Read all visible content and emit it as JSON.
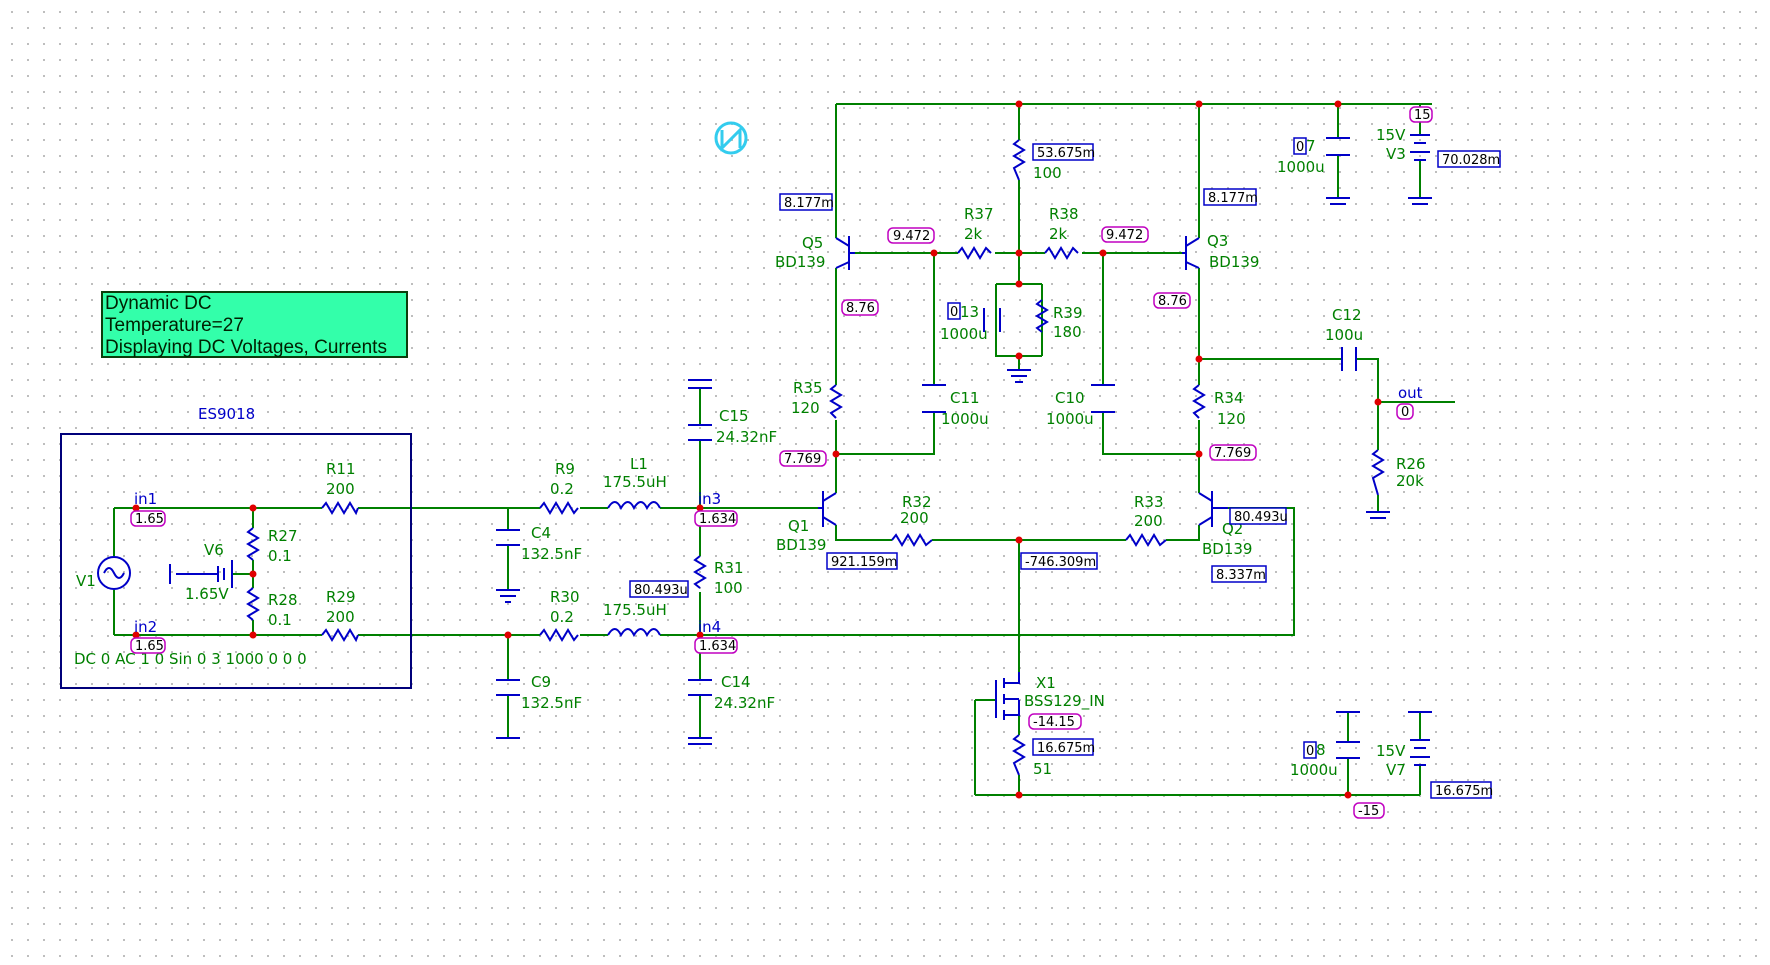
{
  "info_box": {
    "lines": [
      "Dynamic DC",
      "Temperature=27",
      "Displaying DC Voltages, Currents"
    ]
  },
  "block": {
    "title": "ES9018",
    "source_spec": "DC 0 AC 1 0 Sin 0 3 1000 0 0 0"
  },
  "components": {
    "V1": "V1",
    "V6": "V6",
    "V6_val": "1.65V",
    "R27": "R27",
    "R27_val": "0.1",
    "R28": "R28",
    "R28_val": "0.1",
    "R11": "R11",
    "R11_val": "200",
    "R29": "R29",
    "R29_val": "200",
    "R9": "R9",
    "R9_val": "0.2",
    "R30": "R30",
    "R30_val": "0.2",
    "L1": "L1",
    "L1_val": "175.5uH",
    "L2_val": "175.5uH",
    "C4": "C4",
    "C4_val": "132.5nF",
    "C9": "C9",
    "C9_val": "132.5nF",
    "C15": "C15",
    "C15_val": "24.32nF",
    "C14": "C14",
    "C14_val": "24.32nF",
    "R31": "R31",
    "R31_val": "100",
    "Q1": "Q1",
    "Q1_val": "BD139",
    "Q2": "Q2",
    "Q2_val": "BD139",
    "Q3": "Q3",
    "Q3_val": "BD139",
    "Q5": "Q5",
    "Q5_val": "BD139",
    "R32": "R32",
    "R32_val": "200",
    "R33": "R33",
    "R33_val": "200",
    "R34": "R34",
    "R34_val": "120",
    "R35": "R35",
    "R35_val": "120",
    "R37": "R37",
    "R37_val": "2k",
    "R38": "R38",
    "R38_val": "2k",
    "R39": "R39",
    "R39_val": "180",
    "R40_val": "100",
    "C10": "C10",
    "C10_val": "1000u",
    "C11": "C11",
    "C11_val": "1000u",
    "C13_label": "13",
    "C13_val": "1000u",
    "C7_label": "7",
    "C7_val": "1000u",
    "C8_label": "8",
    "C8_val": "1000u",
    "C12": "C12",
    "C12_val": "100u",
    "R26": "R26",
    "R26_val": "20k",
    "X1": "X1",
    "X1_val": "BSS129_IN",
    "R41_val": "51",
    "V3": "V3",
    "V3_val": "15V",
    "V7": "V7",
    "V7_val": "15V"
  },
  "nodes": {
    "in1": "in1",
    "in2": "in2",
    "in3": "in3",
    "in4": "in4",
    "out": "out"
  },
  "voltage_probes": {
    "in1": "1.65",
    "in2": "1.65",
    "in3": "1.634",
    "in4": "1.634",
    "q5_base": "9.472",
    "q3_base": "9.472",
    "q5_emitter": "8.76",
    "q3_emitter": "8.76",
    "q1_collector": "7.769",
    "q2_collector": "7.769",
    "vplus": "15",
    "vminus": "-15",
    "out": "0",
    "x1_gate": "-14.15"
  },
  "current_probes": {
    "q5": "8.177m",
    "q3": "8.177m",
    "r40": "53.675m",
    "v3": "70.028m",
    "c13": "0",
    "c7": "0",
    "c8": "0",
    "q1_emitter": "921.159m",
    "tail": "-746.309m",
    "q2_base": "80.493u",
    "q2_emitter": "8.337m",
    "r31": "80.493u",
    "r41": "16.675m",
    "v7": "16.675m"
  }
}
